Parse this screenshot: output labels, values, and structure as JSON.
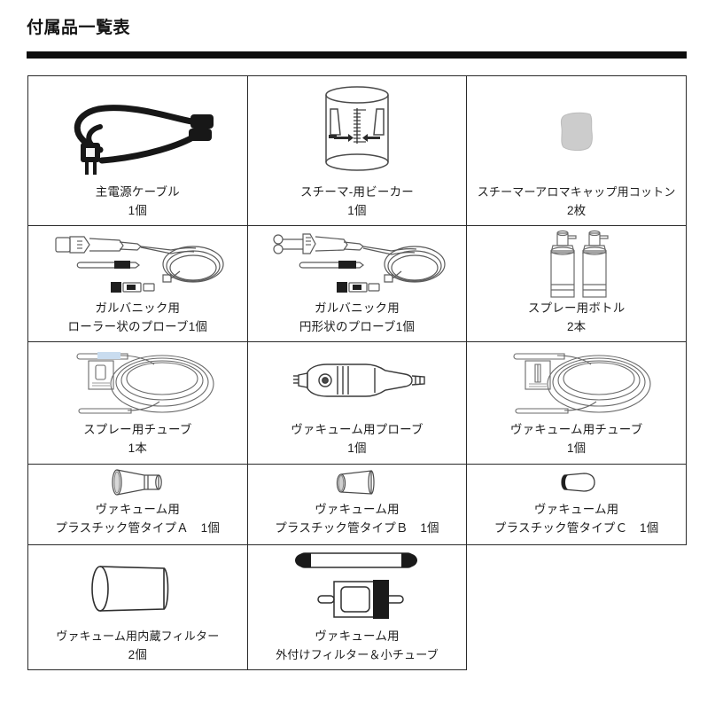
{
  "document": {
    "title": "付属品一覧表"
  },
  "table": {
    "rows": [
      {
        "cells": [
          {
            "icon": "power-cable-illustration",
            "name": "主電源ケーブル",
            "quantity": "1個"
          },
          {
            "icon": "steamer-beaker-illustration",
            "name": "スチーマ-用ビーカー",
            "quantity": "1個"
          },
          {
            "icon": "cotton-pad-illustration",
            "name": "スチーマーアロマキャップ用コットン",
            "quantity": "2枚"
          }
        ]
      },
      {
        "cells": [
          {
            "icon": "galvanic-roller-probe-illustration",
            "name": "ガルバニック用",
            "quantity": "ローラー状のプローブ1個"
          },
          {
            "icon": "galvanic-round-probe-illustration",
            "name": "ガルバニック用",
            "quantity": "円形状のプローブ1個"
          },
          {
            "icon": "spray-bottles-illustration",
            "name": "スプレー用ボトル",
            "quantity": "2本"
          }
        ]
      },
      {
        "cells": [
          {
            "icon": "spray-tube-coil-illustration",
            "name": "スプレー用チューブ",
            "quantity": "1本"
          },
          {
            "icon": "vacuum-probe-illustration",
            "name": "ヴァキューム用プローブ",
            "quantity": "1個"
          },
          {
            "icon": "vacuum-tube-coil-illustration",
            "name": "ヴァキューム用チューブ",
            "quantity": "1個"
          }
        ]
      },
      {
        "cells": [
          {
            "icon": "plastic-tip-type-a-illustration",
            "name": "ヴァキューム用",
            "quantity": "プラスチック管タイプＡ　1個"
          },
          {
            "icon": "plastic-tip-type-b-illustration",
            "name": "ヴァキューム用",
            "quantity": "プラスチック管タイプＢ　1個"
          },
          {
            "icon": "plastic-tip-type-c-illustration",
            "name": "ヴァキューム用",
            "quantity": "プラスチック管タイプＣ　1個"
          }
        ]
      },
      {
        "cells": [
          {
            "icon": "internal-filter-illustration",
            "name": "ヴァキューム用内蔵フィルター",
            "quantity": "2個"
          },
          {
            "icon": "external-filter-illustration",
            "name": "ヴァキューム用",
            "quantity": "外付けフィルター＆小チューブ"
          },
          {
            "icon": "",
            "name": "",
            "quantity": ""
          }
        ]
      }
    ]
  },
  "colors": {
    "rule": "#0d0d0d",
    "border": "#2a2a2a",
    "text": "#1d1d1d",
    "cable": "#1a1a1a",
    "cotton": "#cfcfcf",
    "line_art": "#4a4a4a"
  }
}
